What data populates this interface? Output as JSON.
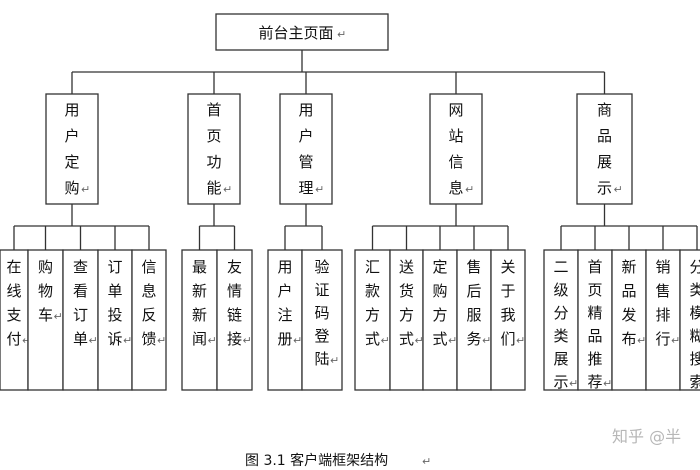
{
  "root": {
    "label": "前台主页面"
  },
  "modules": [
    {
      "label": "用户定购",
      "children": [
        "在线支付",
        "购物车",
        "查看订单",
        "订单投诉",
        "信息反馈"
      ]
    },
    {
      "label": "首页功能",
      "children": [
        "最新新闻",
        "友情链接"
      ]
    },
    {
      "label": "用户管理",
      "children": [
        "用户注册",
        "验证码登陆"
      ]
    },
    {
      "label": "网站信息",
      "children": [
        "汇款方式",
        "送货方式",
        "定购方式",
        "售后服务",
        "关于我们"
      ]
    },
    {
      "label": "商品展示",
      "children": [
        "二级分类展示",
        "首页精品推荐",
        "新品发布",
        "销售排行",
        "分类模糊搜索"
      ]
    }
  ],
  "caption": "图 3.1 客户端框架结构",
  "watermark": "知乎 @半"
}
